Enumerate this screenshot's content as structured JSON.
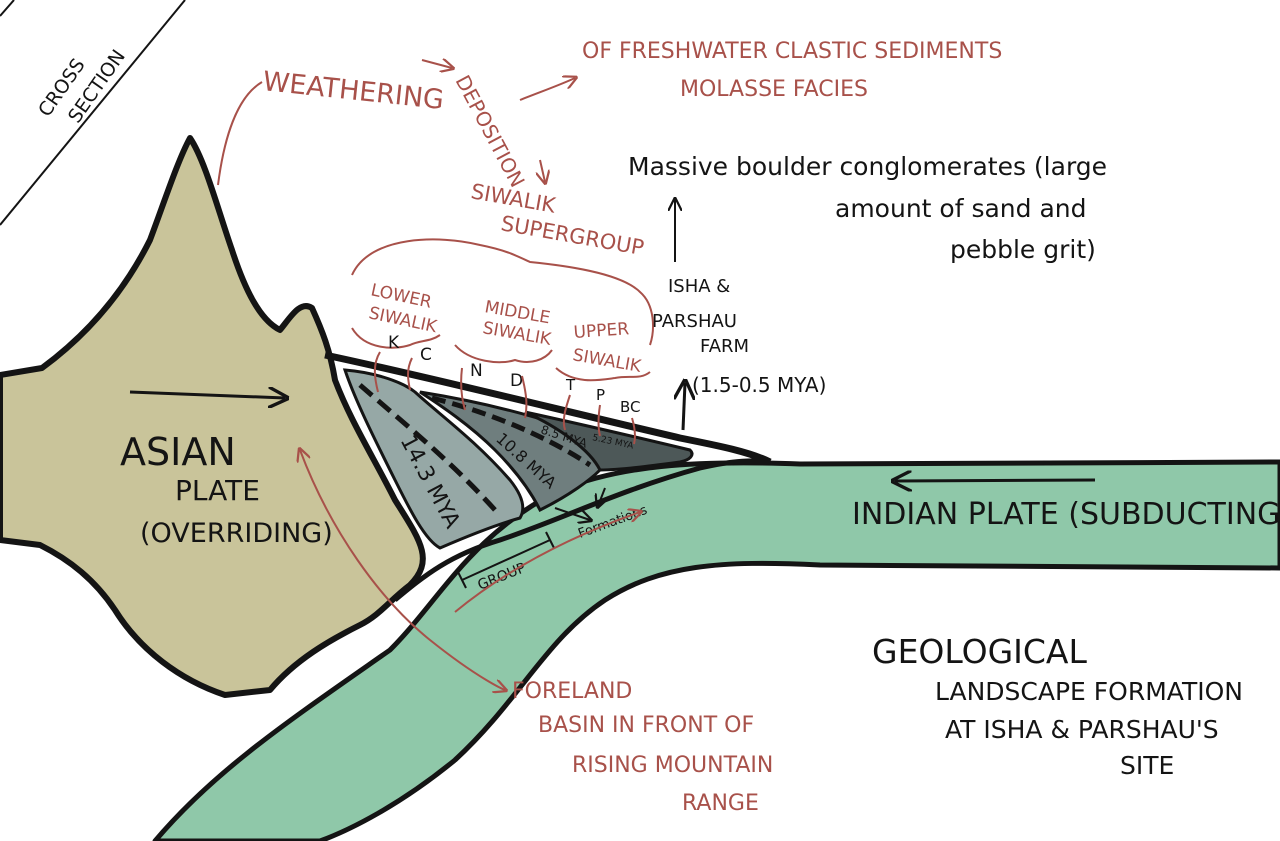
{
  "corner_label": [
    "CROSS",
    "SECTION"
  ],
  "process": {
    "weathering": "WEATHERING",
    "deposition": "DEPOSITION",
    "sediments_line1": "OF FRESHWATER CLASTIC SEDIMENTS",
    "sediments_line2": "MOLASSE FACIES",
    "siwalik_line1": "SIWALIK",
    "siwalik_line2": "SUPERGROUP"
  },
  "subgroups": {
    "lower": [
      "LOWER",
      "SIWALIK"
    ],
    "middle": [
      "MIDDLE",
      "SIWALIK"
    ],
    "upper": [
      "UPPER",
      "SIWALIK"
    ],
    "lower_formations": [
      "K",
      "C"
    ],
    "middle_formations": [
      "N",
      "D"
    ],
    "upper_formations": [
      "T",
      "P",
      "BC"
    ]
  },
  "site": {
    "name_line1": "ISHA &",
    "name_line2": "PARSHAU",
    "name_line3": "FARM",
    "age": "(1.5-0.5 MYA)"
  },
  "conglomerate_note": [
    "Massive boulder conglomerates (large",
    "amount of sand and",
    "pebble grit)"
  ],
  "layers": {
    "lower_age": "14.3 MYA",
    "middle_age": "10.8 MYA",
    "upper_age": "8.5 MYA",
    "top_age": "5.23 MYA"
  },
  "plates": {
    "asian": [
      "ASIAN",
      "PLATE",
      "(OVERRIDING)"
    ],
    "indian": "INDIAN PLATE (SUBDUCTING)"
  },
  "scale_labels": {
    "group": "GROUP",
    "formations": "Formations"
  },
  "basin_note": [
    "FORELAND",
    "BASIN IN FRONT OF",
    "RISING MOUNTAIN",
    "RANGE"
  ],
  "title": [
    "GEOLOGICAL",
    "LANDSCAPE FORMATION",
    "AT ISHA & PARSHAU'S",
    "SITE"
  ],
  "colors": {
    "asian_plate": "#c9c49a",
    "indian_plate": "#8fc8a9",
    "lower_layer": "#96a8a6",
    "middle_layer": "#6f7e7e",
    "upper_layer": "#4d5858",
    "ink": "#141414",
    "annotation": "#a8514a"
  }
}
